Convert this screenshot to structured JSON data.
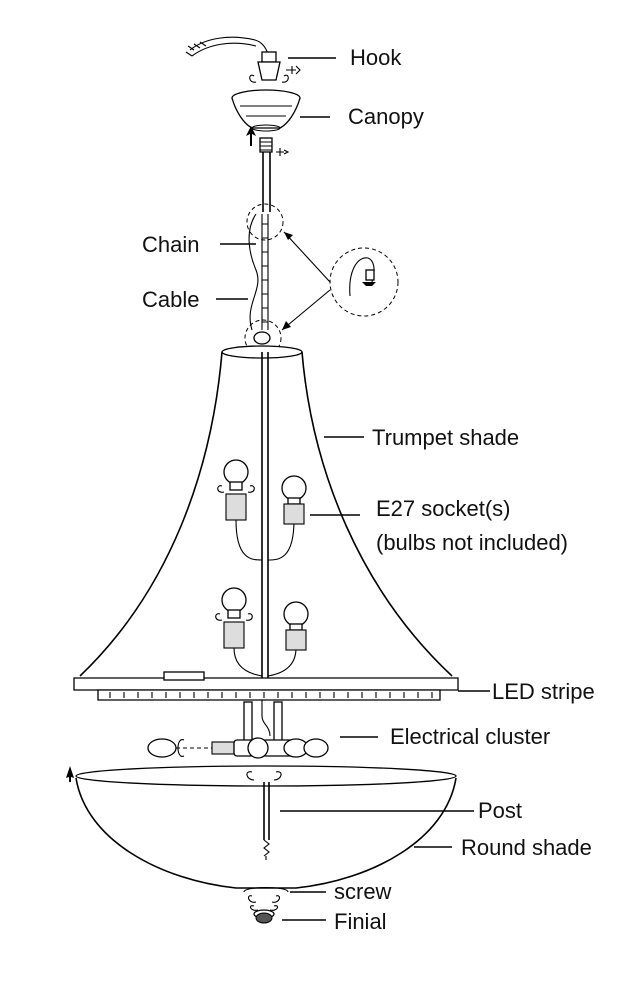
{
  "diagram": {
    "labels": {
      "hook": "Hook",
      "canopy": "Canopy",
      "chain": "Chain",
      "cable": "Cable",
      "trumpet_shade": "Trumpet shade",
      "socket_line1": "E27 socket(s)",
      "socket_line2": "(bulbs not included)",
      "led_stripe": "LED stripe",
      "electrical_cluster": "Electrical cluster",
      "post": "Post",
      "round_shade": "Round shade",
      "screw": "screw",
      "finial": "Finial"
    }
  }
}
